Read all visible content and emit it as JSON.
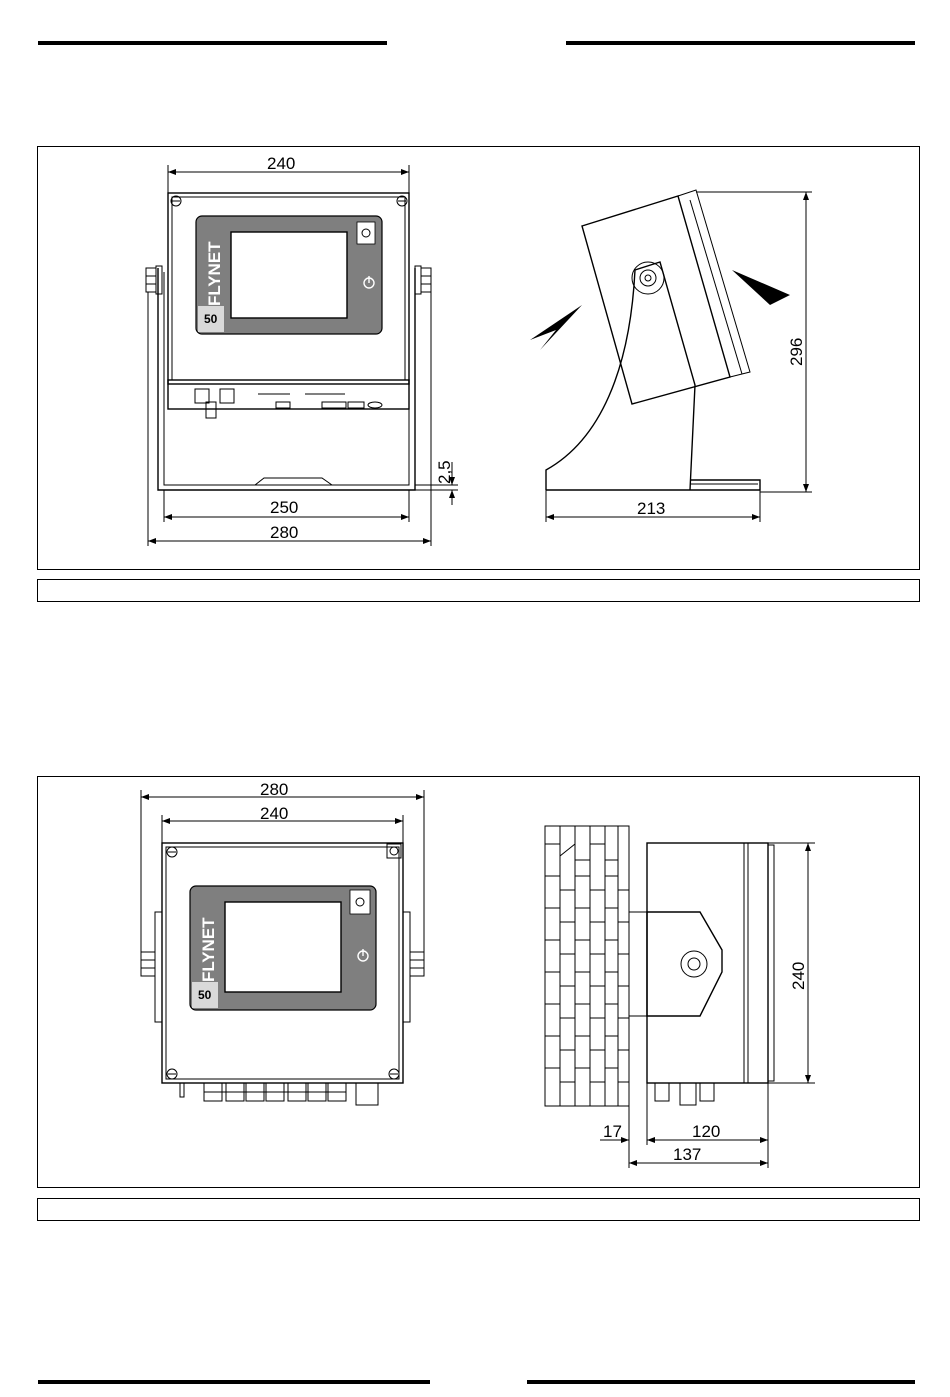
{
  "brand": {
    "logo": "FLYNET",
    "model": "50"
  },
  "figure1": {
    "front": {
      "width_top": "240",
      "feet_span": "250",
      "overall_width": "280",
      "foot_thickness": "2,5"
    },
    "side": {
      "depth": "213",
      "height": "296"
    },
    "caption": ""
  },
  "figure2": {
    "front": {
      "overall_width": "280",
      "box_width": "240"
    },
    "side": {
      "height": "240",
      "bracket": "17",
      "box_depth": "120",
      "total_depth": "137"
    },
    "caption": ""
  }
}
